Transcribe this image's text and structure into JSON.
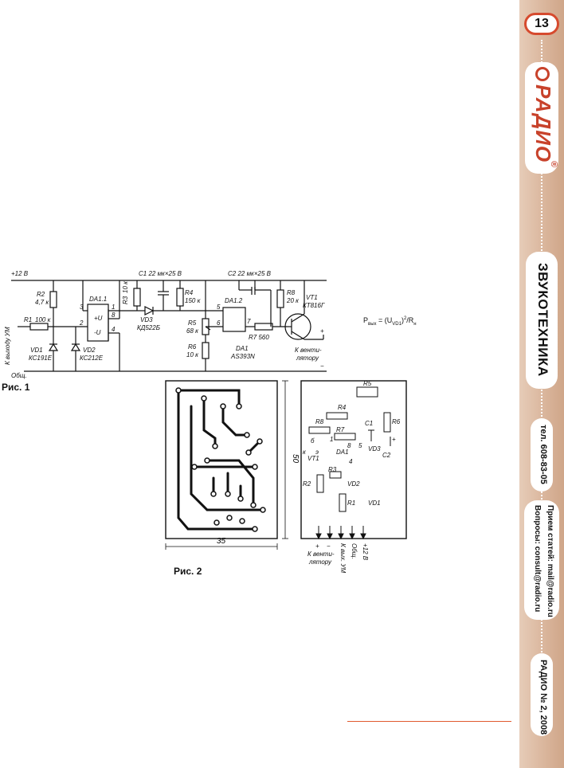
{
  "page": {
    "number": "13",
    "brand": "РАДИО",
    "registered_mark": "®",
    "section": "ЗВУКОТЕХНИКА",
    "phone": "тел. 608-83-05",
    "contact_line1": "Прием статей: mail@radio.ru",
    "contact_line2": "Вопросы: consult@radio.ru",
    "issue": "РАДИО № 2, 2008",
    "accent_color": "#c8422b",
    "sidebar_color": "#d9b49a"
  },
  "formula": {
    "p": "P",
    "p_sub": "вых",
    "eq": " = (U",
    "u_sub": "VD1",
    "close": ")",
    "pow": "2",
    "slash": "/R",
    "r_sub": "н"
  },
  "figure1": {
    "caption": "Рис. 1",
    "supply": "+12 В",
    "r2": "R2",
    "r2v": "4,7 к",
    "r1": "R1",
    "r1v": "100 к",
    "input": "К выходу УМ",
    "common": "Общ.",
    "vd1": "VD1",
    "vd1t": "КС191Е",
    "vd2": "VD2",
    "vd2t": "КС212Е",
    "da11": "DA1.1",
    "pin3": "3",
    "pin2": "2",
    "pin1": "1",
    "pin8": "8",
    "pin4": "4",
    "plusu": "+U",
    "minusu": "-U",
    "r3": "R3",
    "r3v": "10 к",
    "c1": "C1 22 мк×25 В",
    "r4": "R4",
    "r4v": "150 к",
    "vd3": "VD3",
    "vd3t": "КД522Б",
    "r5": "R5",
    "r5v": "68 к",
    "r6": "R6",
    "r6v": "10 к",
    "da12": "DA1.2",
    "pin5": "5",
    "pin6": "6",
    "pin7": "7",
    "c2": "C2 22 мк×25 В",
    "r8": "R8",
    "r8v": "20 к",
    "r7": "R7 560",
    "da1": "DA1",
    "da1t": "АS393N",
    "vt1": "VT1",
    "vt1t": "КТ816Г",
    "fan1": "К венти-",
    "fan2": "лятору",
    "plus": "+",
    "minus": "−"
  },
  "figure2": {
    "caption": "Рис. 2",
    "width": "35",
    "height": "50",
    "labels": [
      "R5",
      "R4",
      "C1",
      "R6",
      "R8",
      "R7",
      "б",
      "к",
      "э",
      "VT1",
      "DA1",
      "VD3",
      "C2",
      "R3",
      "R2",
      "VD2",
      "R1",
      "VD1",
      "1",
      "8",
      "5",
      "4",
      "+"
    ],
    "leads": [
      "+",
      "−",
      "К венти-",
      "лятору",
      "К вых. УМ",
      "Общ.",
      "+12 В"
    ]
  }
}
